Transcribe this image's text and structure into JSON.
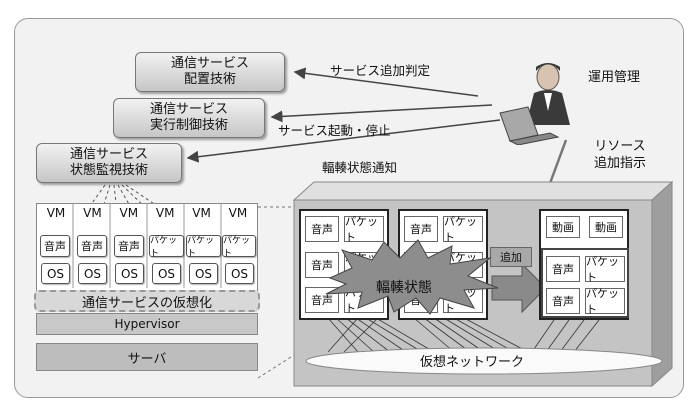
{
  "boxes": {
    "placement": "通信サービス\n配置技術",
    "execution": "通信サービス\n実行制御技術",
    "monitoring": "通信サービス\n状態監視技術"
  },
  "arrows": {
    "add_decision": "サービス追加判定",
    "start_stop": "サービス起動・停止",
    "congestion_notice": "輻輳状態通知"
  },
  "operator_label": "運用管理",
  "resource_label": "リソース\n追加指示",
  "vm_label": "VM",
  "vm_services": [
    "音声",
    "音声",
    "音声",
    "パケット",
    "パケット",
    "パケット"
  ],
  "os_label": "OS",
  "virtualization_label": "通信サービスの仮想化",
  "hypervisor_label": "Hypervisor",
  "server_label": "サーバ",
  "node_left": [
    "音声",
    "パケット",
    "音声",
    "パケット",
    "音声",
    "パケット"
  ],
  "node_mid": [
    "音声",
    "パケット",
    "音声",
    "パケット",
    "音声",
    "パケット"
  ],
  "node_right_video": [
    "動画",
    "動画"
  ],
  "node_right": [
    "音声",
    "パケット",
    "音声",
    "パケット"
  ],
  "add_label": "追加",
  "congestion_label": "輻輳状態",
  "network_label": "仮想ネットワーク",
  "colors": {
    "frame_bg": "#f2f2f2",
    "box_gradient_light": "#f2f2f2",
    "box_gradient_dark": "#c6c6c6",
    "platform": "#c4c4c4",
    "hypervisor": "#c8c8c8",
    "server": "#bdbdbd"
  }
}
